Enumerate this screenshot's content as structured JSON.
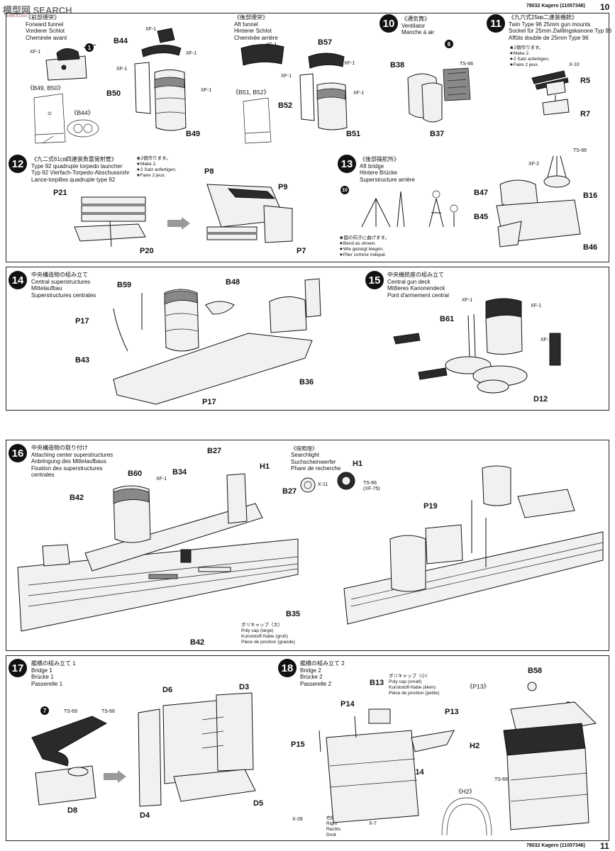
{
  "header": {
    "watermark": "模型网 SEARCH",
    "watermark_url": "www.ti.com",
    "top_ref": "78032 Kagero (11057346)",
    "top_page": "10",
    "bottom_ref": "78032 Kagero (11057346)",
    "bottom_page": "11"
  },
  "steps": {
    "s9": {
      "jp": "《前部煙突》",
      "lines": [
        "Forward funnel",
        "Vorderer Schlot",
        "Cheminée avant"
      ],
      "sub1": "《B49, B50》",
      "sub2": "《B44》"
    },
    "s9b": {
      "jp": "《後部煙突》",
      "lines": [
        "Aft funnel",
        "Hinterer Schlot",
        "Cheminée arrière"
      ],
      "sub1": "《B51, B52》"
    },
    "s10": {
      "num": "10",
      "jp": "《通気筒》",
      "lines": [
        "Ventilator",
        "Manche à air"
      ]
    },
    "s11": {
      "num": "11",
      "jp": "《九六式25㎜二連装機銃》",
      "lines": [
        "Twin Type 96 25mm gun mounts",
        "Sockel für 25mm Zwillingskanone Typ 96",
        "Affûts double de 25mm Type 96"
      ],
      "note": [
        "★2個作ります。",
        "★Make 2.",
        "★2 Satz anfertigen.",
        "★Faire 2 jeux."
      ]
    },
    "s12": {
      "num": "12",
      "jp": "《九二式61㎝四連装魚雷発射管》",
      "lines": [
        "Type 92 quadruple torpedo launcher",
        "Typ 92 Vierfach-Torpedo-Abschussrohr",
        "Lance-torpilles quadruple type 92"
      ],
      "note": [
        "★2個作ります。",
        "★Make 2.",
        "★2 Satz anfertigen.",
        "★Faire 2 jeux."
      ]
    },
    "s13": {
      "num": "13",
      "jp": "《後部操舵所》",
      "lines": [
        "Aft bridge",
        "Hintere Brücke",
        "Superstructure arrière"
      ],
      "note": [
        "★図の向きに曲げます。",
        "★Bend as shown.",
        "★Wie gezeigt biegen.",
        "★Plier comme indiqué."
      ]
    },
    "s14": {
      "num": "14",
      "jp": "中央構造物の組み立て",
      "lines": [
        "Central superstructures",
        "Mittelaufbau",
        "Superstructures centrales"
      ]
    },
    "s15": {
      "num": "15",
      "jp": "中央機銃座の組み立て",
      "lines": [
        "Central gun deck",
        "Mittleres Kanonendeck",
        "Pont d'armement central"
      ]
    },
    "s16": {
      "num": "16",
      "jp": "中央構造物の取り付け",
      "lines": [
        "Attaching center superstructures",
        "Anbringung des Mittelaufbaus",
        "Fixation des superstructures",
        "centrales"
      ],
      "sl_jp": "《探照燈》",
      "sl": [
        "Searchlight",
        "Suchscheinwerfer",
        "Phare de recherche"
      ],
      "poly": [
        "ポリキャップ（大）",
        "Poly cap (large)",
        "Kunststoff-Nabe (groß)",
        "Pièce de jonction (grande)"
      ]
    },
    "s17": {
      "num": "17",
      "jp": "艦橋の組み立て 1",
      "lines": [
        "Bridge 1",
        "Brücke 1",
        "Passerelle 1"
      ]
    },
    "s18": {
      "num": "18",
      "jp": "艦橋の組み立て 2",
      "lines": [
        "Bridge 2",
        "Brücke 2",
        "Passerelle 2"
      ],
      "poly": [
        "ポリキャップ（小）",
        "Poly cap (small)",
        "Kunststoff-Nabe (klein)",
        "Pièce de jonction (petite)"
      ],
      "right": [
        "右側",
        "Right",
        "Rechts",
        "Droit"
      ],
      "sub1": "《P13》",
      "sub2": "《H2》"
    }
  },
  "parts": {
    "B44": "B44",
    "B50": "B50",
    "B49": "B49",
    "B57": "B57",
    "B52": "B52",
    "B51": "B51",
    "B38": "B38",
    "B37": "B37",
    "R5": "R5",
    "R7": "R7",
    "P8": "P8",
    "P9": "P9",
    "P21": "P21",
    "P20": "P20",
    "P7": "P7",
    "B47": "B47",
    "B16": "B16",
    "B45": "B45",
    "B46": "B46",
    "B59": "B59",
    "B48": "B48",
    "P17": "P17",
    "B43": "B43",
    "B36": "B36",
    "P17b": "P17",
    "B61": "B61",
    "D12": "D12",
    "B27": "B27",
    "H1": "H1",
    "B60": "B60",
    "B34": "B34",
    "B42": "B42",
    "B35": "B35",
    "B42b": "B42",
    "P19": "P19",
    "B27b": "B27",
    "H1b": "H1",
    "D6": "D6",
    "D3": "D3",
    "D8": "D8",
    "D4": "D4",
    "D5": "D5",
    "B13": "B13",
    "P14": "P14",
    "P15": "P15",
    "P13": "P13",
    "P14b": "P14",
    "B58": "B58",
    "D9": "D9",
    "H2": "H2"
  },
  "paints": {
    "xf1": "XF-1",
    "ts66": "TS-66",
    "x10": "X-10",
    "xf2": "XF-2",
    "x11": "X-11",
    "ts66xf75": "TS-66",
    "xf75": "(XF-75)",
    "ts69": "TS-69",
    "x28": "X-28",
    "x7": "X-7"
  },
  "callouts": {
    "c1": "1",
    "c6": "6",
    "c7": "7",
    "c10": "10"
  }
}
